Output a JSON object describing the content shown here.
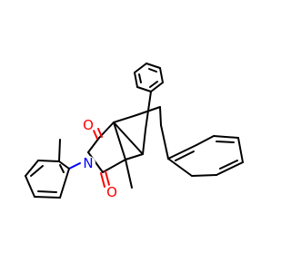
{
  "atoms": {
    "O_top": {
      "symbol": "O",
      "color": "#ff0000"
    },
    "O_bottom": {
      "symbol": "O",
      "color": "#ff0000"
    },
    "N": {
      "symbol": "N",
      "color": "#0000ff"
    }
  },
  "colors": {
    "carbon_bond": "#000000",
    "oxygen": "#ff0000",
    "nitrogen": "#0000ff",
    "background": "#ffffff"
  }
}
